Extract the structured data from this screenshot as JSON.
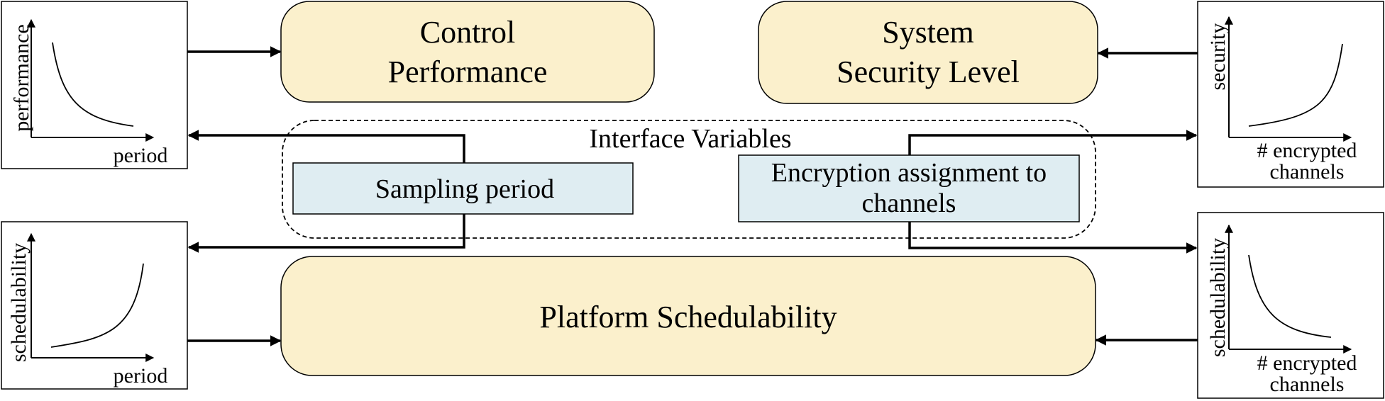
{
  "blocks": {
    "control_performance": [
      "Control",
      "Performance"
    ],
    "security_level": [
      "System",
      "Security Level"
    ],
    "platform_schedulability": "Platform Schedulability",
    "sampling_period": "Sampling period",
    "encryption_assignment": [
      "Encryption assignment to",
      "channels"
    ]
  },
  "interface_group": {
    "label": "Interface Variables"
  },
  "plots": {
    "performance_vs_period": {
      "ylabel": "performance",
      "xlabel": "period",
      "trend": "decreasing"
    },
    "schedulability_vs_period": {
      "ylabel": "schedulability",
      "xlabel": "period",
      "trend": "increasing"
    },
    "security_vs_channels": {
      "ylabel": "security",
      "xlabel": [
        "# encrypted",
        "channels"
      ],
      "trend": "increasing"
    },
    "schedulability_vs_channels": {
      "ylabel": "schedulability",
      "xlabel": [
        "# encrypted",
        "channels"
      ],
      "trend": "decreasing"
    }
  },
  "colors": {
    "block_fill": "#fbf0cc",
    "variable_fill": "#dfedf2"
  }
}
